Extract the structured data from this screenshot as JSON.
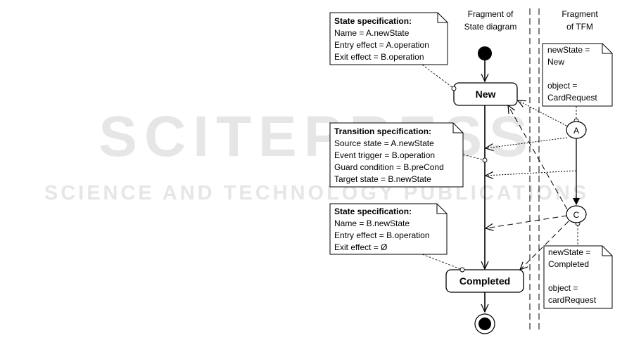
{
  "watermark": {
    "title": "SCITEPRESS",
    "subtitle": "SCIENCE AND TECHNOLOGY PUBLICATIONS"
  },
  "columns": {
    "state_diagram": [
      "Fragment of",
      "State diagram"
    ],
    "tfm": [
      "Fragment",
      "of TFM"
    ]
  },
  "states": {
    "new": "New",
    "completed": "Completed"
  },
  "tfm_events": {
    "a": "A",
    "c": "C"
  },
  "notes": {
    "state_spec_new": {
      "title": "State specification:",
      "lines": [
        "Name = A.newState",
        "Entry effect = A.operation",
        "Exit effect = B.operation"
      ]
    },
    "transition_spec": {
      "title": "Transition specification:",
      "lines": [
        "Source state = A.newState",
        "Event trigger = B.operation",
        "Guard condition = B.preCond",
        "Target state = B.newState"
      ]
    },
    "state_spec_completed": {
      "title": "State specification:",
      "lines": [
        "Name = B.newState",
        "Entry effect = B.operation",
        "Exit effect = Ø"
      ]
    },
    "tfm_a": {
      "lines": [
        "newState =",
        "New",
        "",
        "object =",
        "CardRequest"
      ]
    },
    "tfm_c": {
      "lines": [
        "newState =",
        "Completed",
        "",
        "object =",
        "cardRequest"
      ]
    }
  }
}
